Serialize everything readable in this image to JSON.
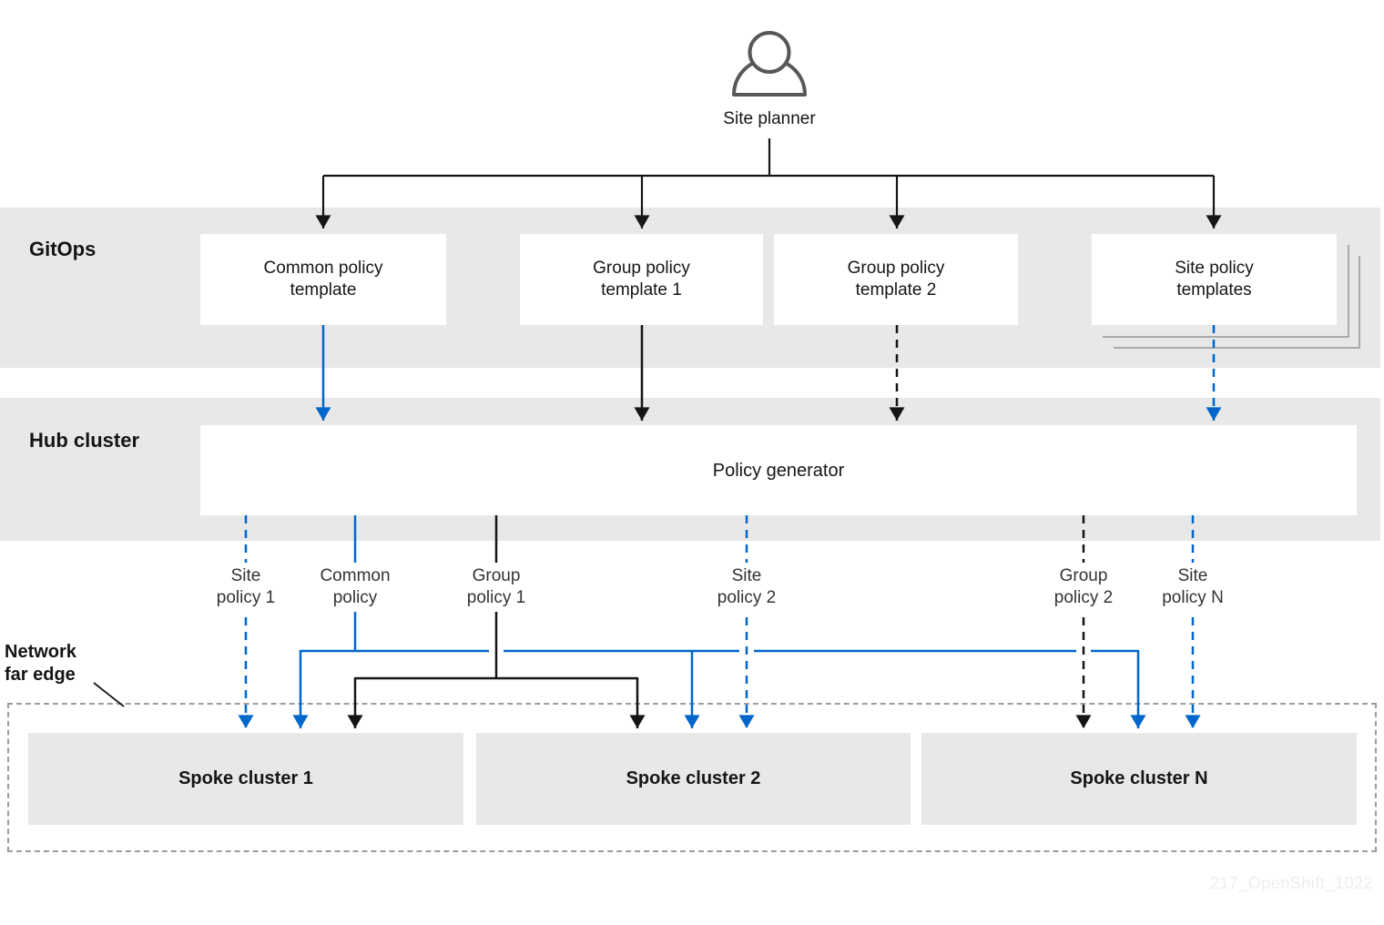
{
  "actor": {
    "label": "Site planner"
  },
  "bands": {
    "gitops": {
      "label": "GitOps"
    },
    "hub": {
      "label": "Hub cluster"
    }
  },
  "gitops_boxes": [
    {
      "line1": "Common policy",
      "line2": "template"
    },
    {
      "line1": "Group policy",
      "line2": "template 1"
    },
    {
      "line1": "Group policy",
      "line2": "template 2"
    },
    {
      "line1": "Site policy",
      "line2": "templates"
    }
  ],
  "hub_box": {
    "label": "Policy generator"
  },
  "policy_labels": [
    {
      "line1": "Site",
      "line2": "policy 1"
    },
    {
      "line1": "Common",
      "line2": "policy"
    },
    {
      "line1": "Group",
      "line2": "policy 1"
    },
    {
      "line1": "Site",
      "line2": "policy 2"
    },
    {
      "line1": "Group",
      "line2": "policy 2"
    },
    {
      "line1": "Site",
      "line2": "policy N"
    }
  ],
  "network_zone": {
    "line1": "Network",
    "line2": "far edge"
  },
  "spoke_clusters": [
    {
      "label": "Spoke cluster 1"
    },
    {
      "label": "Spoke cluster 2"
    },
    {
      "label": "Spoke cluster N"
    }
  ],
  "watermark": "217_OpenShift_1022",
  "colors": {
    "accent_blue": "#0066cc",
    "line_black": "#151515",
    "band_gray": "#e8e8e8",
    "dashed_border_gray": "#9a9c9e",
    "icon_gray": "#565759",
    "stack_shadow_gray": "#a9abad",
    "watermark_gray": "#ededee"
  }
}
